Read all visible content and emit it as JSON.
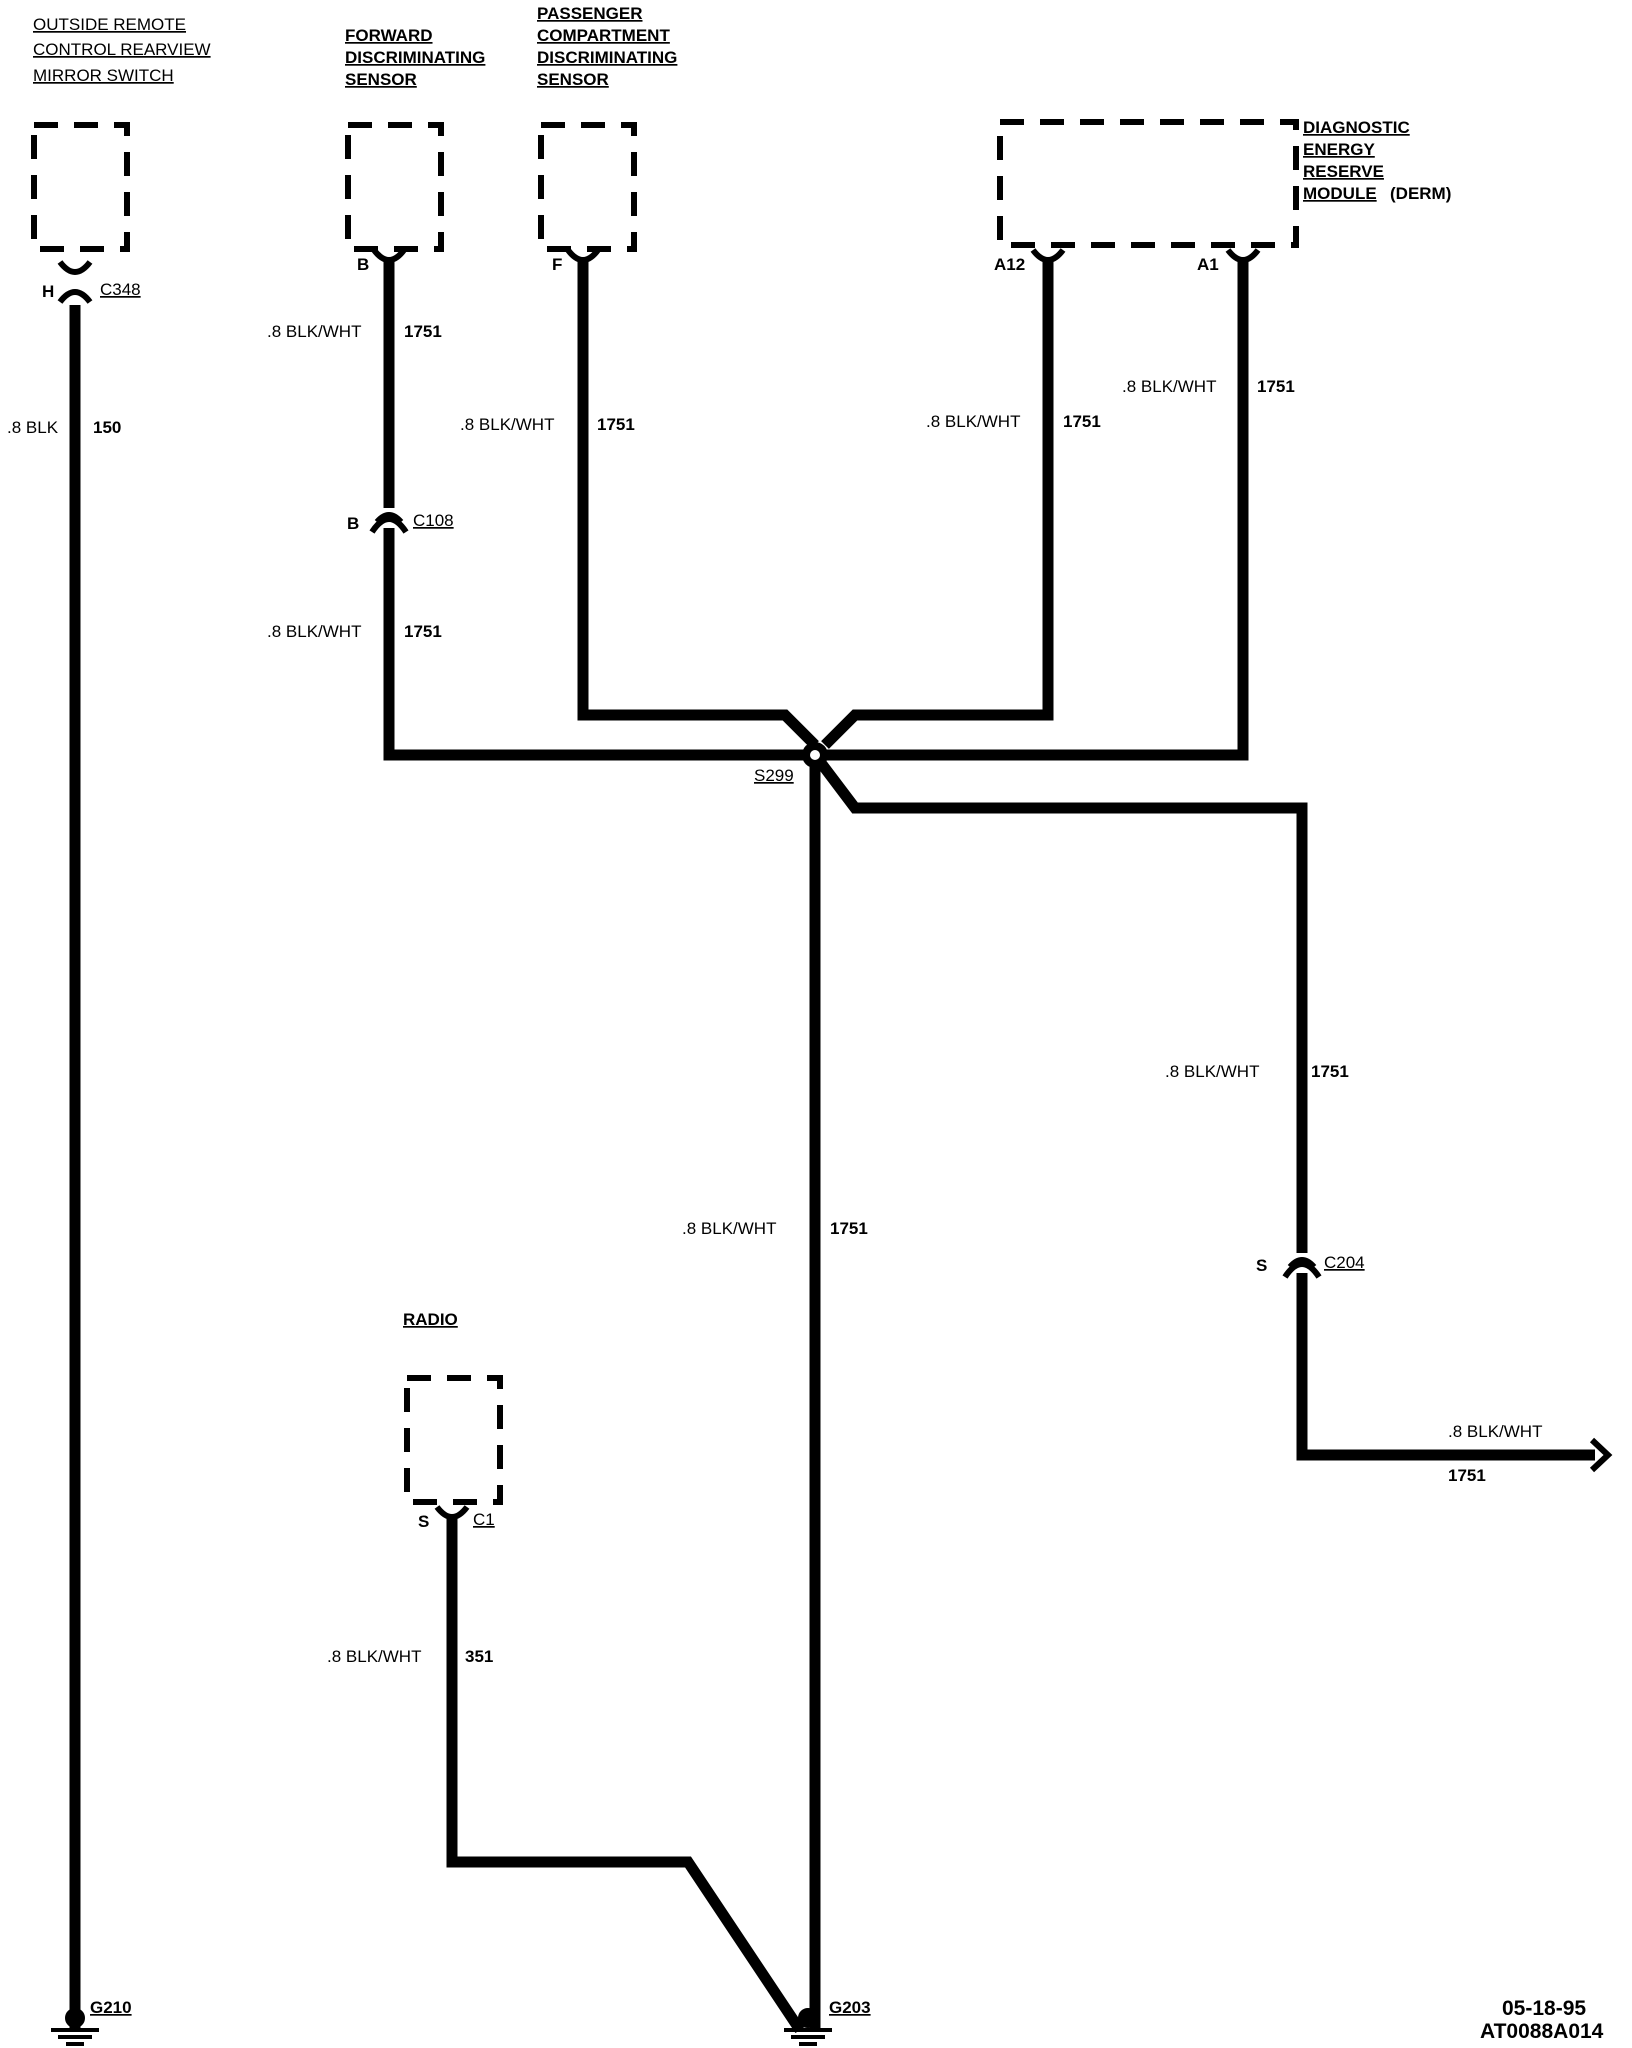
{
  "components": {
    "mirror_switch": [
      "OUTSIDE REMOTE",
      "CONTROL REARVIEW",
      "MIRROR SWITCH"
    ],
    "forward_sensor": [
      "FORWARD",
      "DISCRIMINATING",
      "SENSOR"
    ],
    "passenger_sensor": [
      "PASSENGER",
      "COMPARTMENT",
      "DISCRIMINATING",
      "SENSOR"
    ],
    "derm": [
      "DIAGNOSTIC",
      "ENERGY",
      "RESERVE",
      "MODULE"
    ],
    "derm_abbrev": "(DERM)",
    "radio": "RADIO"
  },
  "pins": {
    "mirror": "H",
    "forward": "B",
    "passenger": "F",
    "derm_a12": "A12",
    "derm_a1": "A1",
    "c108": "B",
    "c204": "S",
    "radio": "S"
  },
  "connectors": {
    "c348": "C348",
    "c108": "C108",
    "c204": "C204",
    "c1": "C1",
    "splice": "S299"
  },
  "grounds": {
    "g210": "G210",
    "g203": "G203"
  },
  "wires": {
    "mirror": {
      "color": ".8 BLK",
      "circuit": "150"
    },
    "forward_upper": {
      "color": ".8 BLK/WHT",
      "circuit": "1751"
    },
    "forward_lower": {
      "color": ".8 BLK/WHT",
      "circuit": "1751"
    },
    "passenger": {
      "color": ".8 BLK/WHT",
      "circuit": "1751"
    },
    "derm_a12": {
      "color": ".8 BLK/WHT",
      "circuit": "1751"
    },
    "derm_a1": {
      "color": ".8 BLK/WHT",
      "circuit": "1751"
    },
    "right_branch": {
      "color": ".8 BLK/WHT",
      "circuit": "1751"
    },
    "center": {
      "color": ".8 BLK/WHT",
      "circuit": "1751"
    },
    "exit": {
      "color": ".8 BLK/WHT",
      "circuit": "1751"
    },
    "radio": {
      "color": ".8 BLK/WHT",
      "circuit": "351"
    }
  },
  "footer": {
    "date": "05-18-95",
    "code": "AT0088A014"
  }
}
